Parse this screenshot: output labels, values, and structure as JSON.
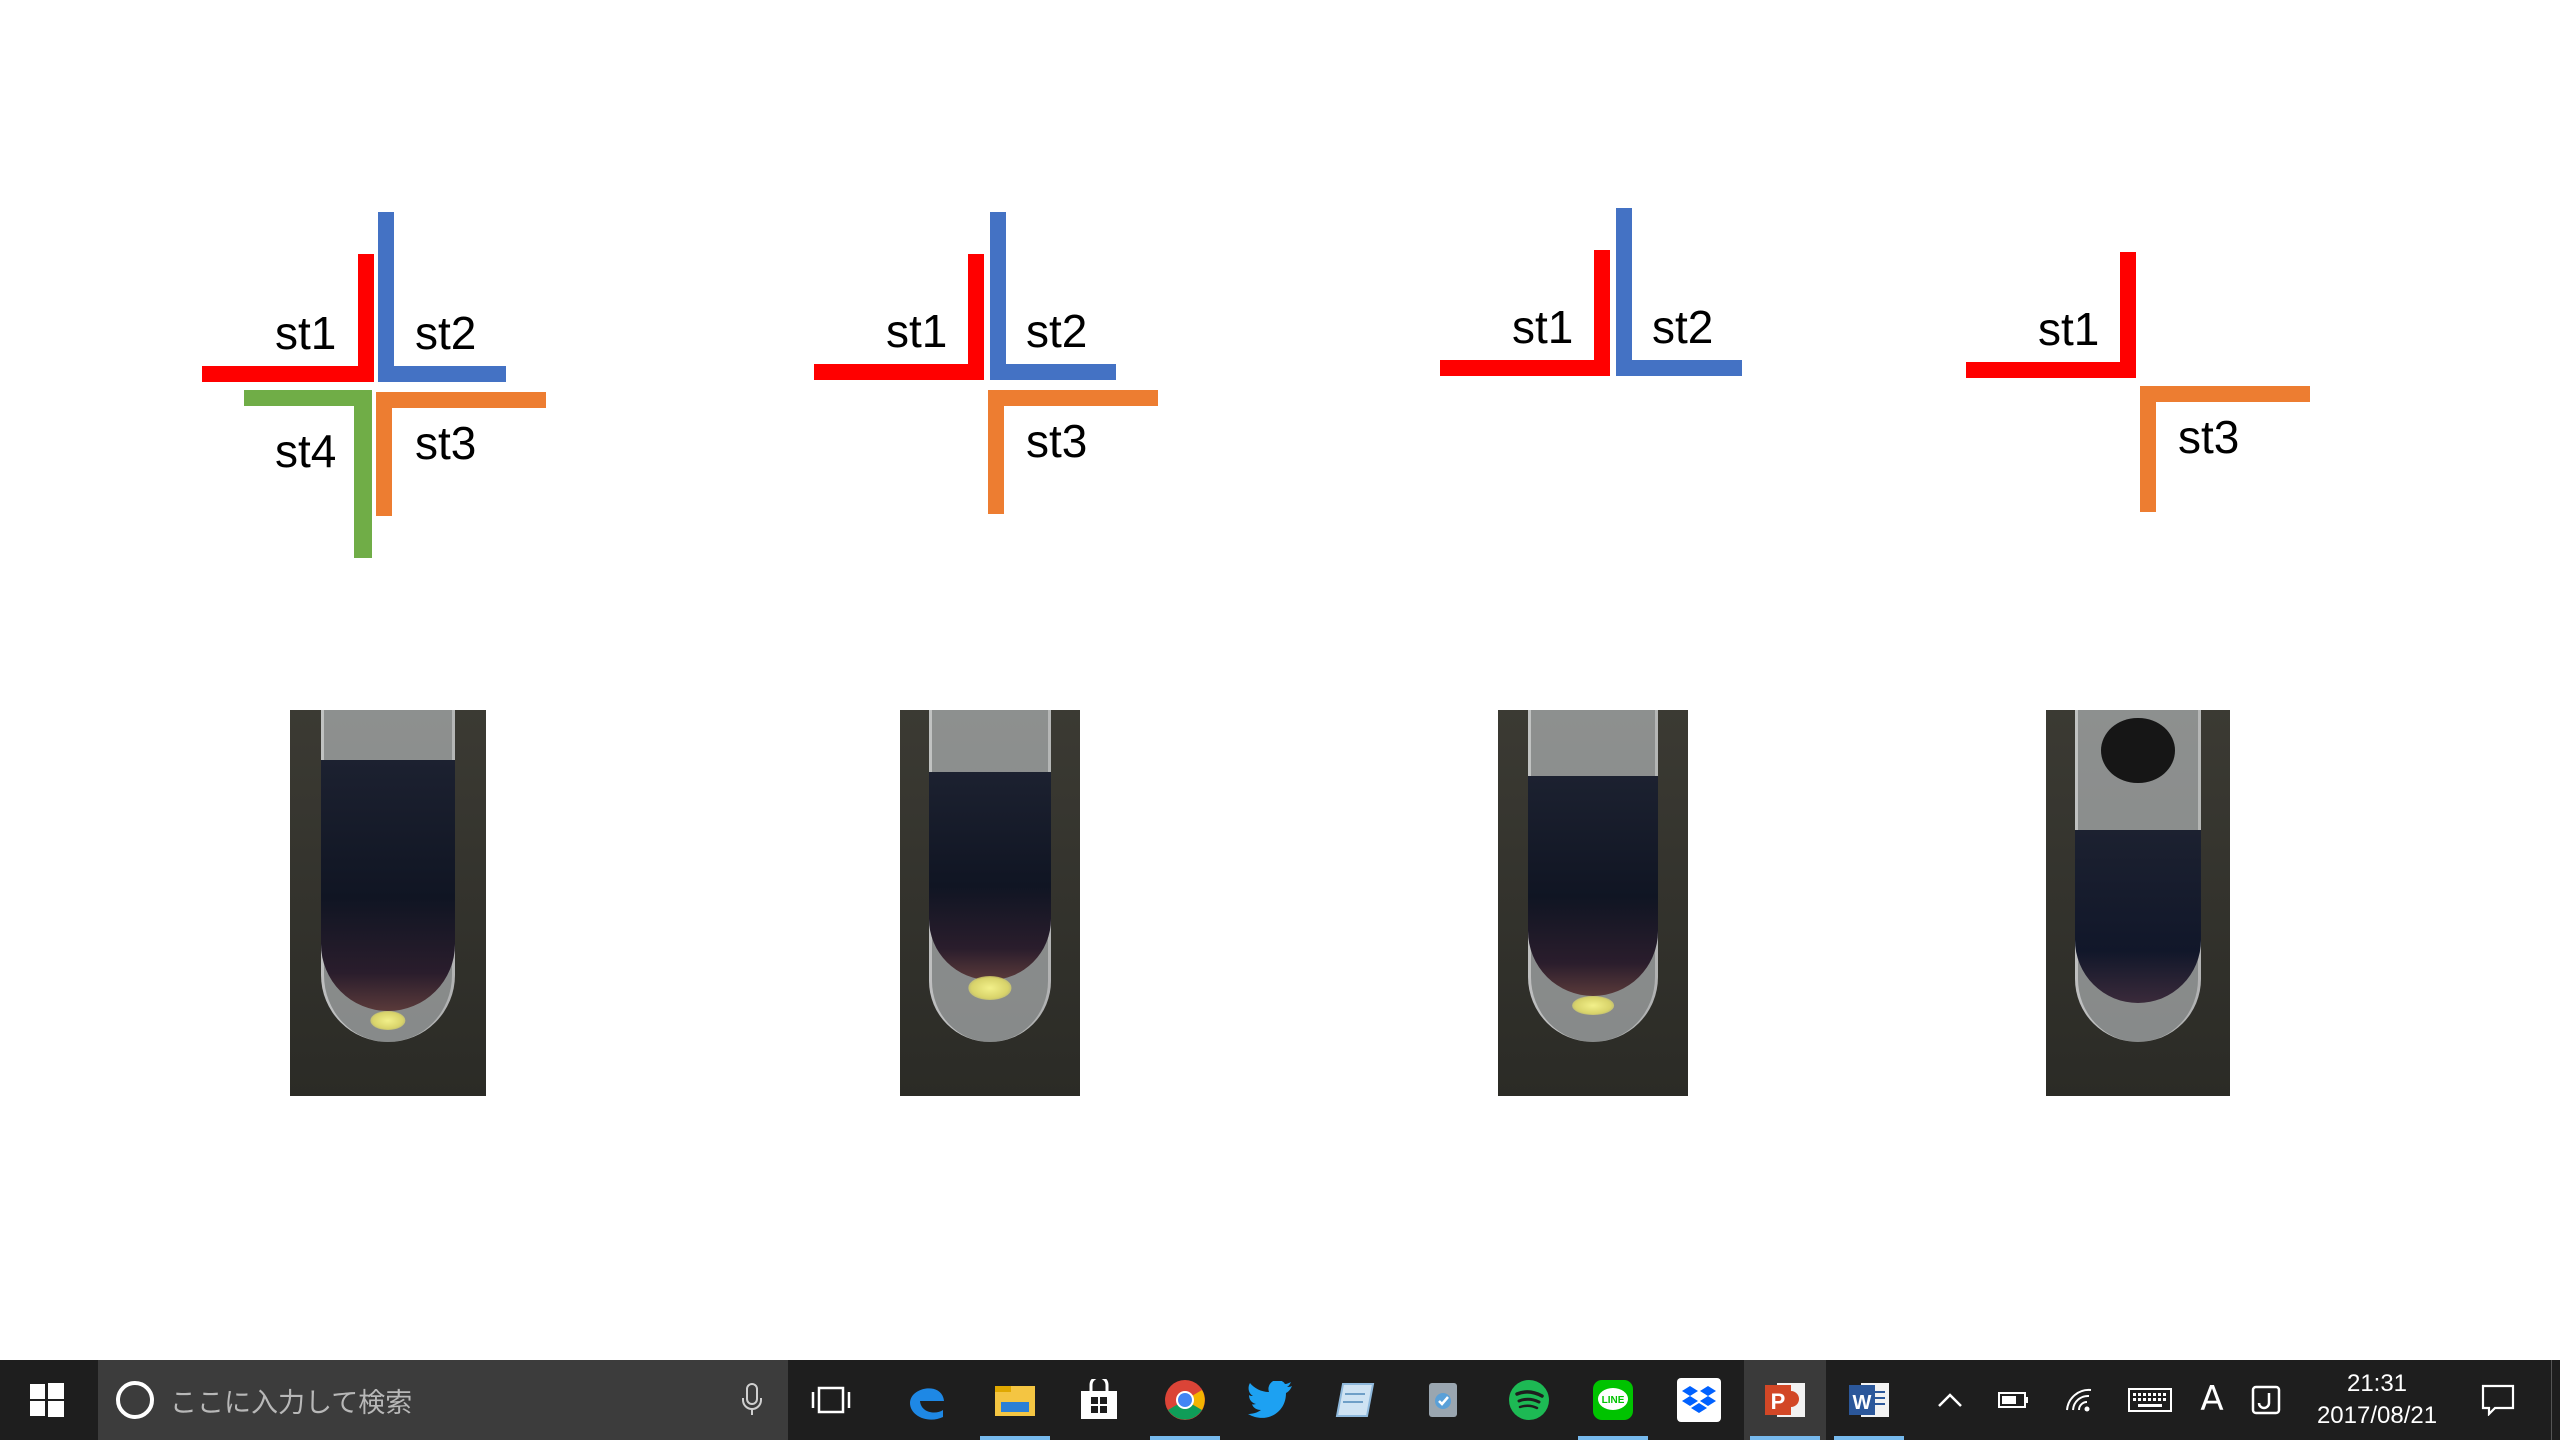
{
  "slide": {
    "diagrams": [
      {
        "labels": {
          "st1": "st1",
          "st2": "st2",
          "st3": "st3",
          "st4": "st4"
        }
      },
      {
        "labels": {
          "st1": "st1",
          "st2": "st2",
          "st3": "st3"
        }
      },
      {
        "labels": {
          "st1": "st1",
          "st2": "st2"
        }
      },
      {
        "labels": {
          "st1": "st1",
          "st3": "st3"
        }
      }
    ],
    "colors": {
      "st1": "#ff0000",
      "st2": "#4472c4",
      "st3": "#ed7d31",
      "st4": "#70ad47"
    }
  },
  "taskbar": {
    "search_placeholder": "ここに入力して検索",
    "apps": [
      "task-view",
      "edge",
      "file-explorer",
      "store",
      "chrome",
      "twitter",
      "notes",
      "snipping",
      "spotify",
      "line",
      "dropbox",
      "powerpoint",
      "word"
    ],
    "active_app": "powerpoint",
    "ime_indicator": "A",
    "clock": {
      "time": "21:31",
      "date": "2017/08/21"
    }
  }
}
